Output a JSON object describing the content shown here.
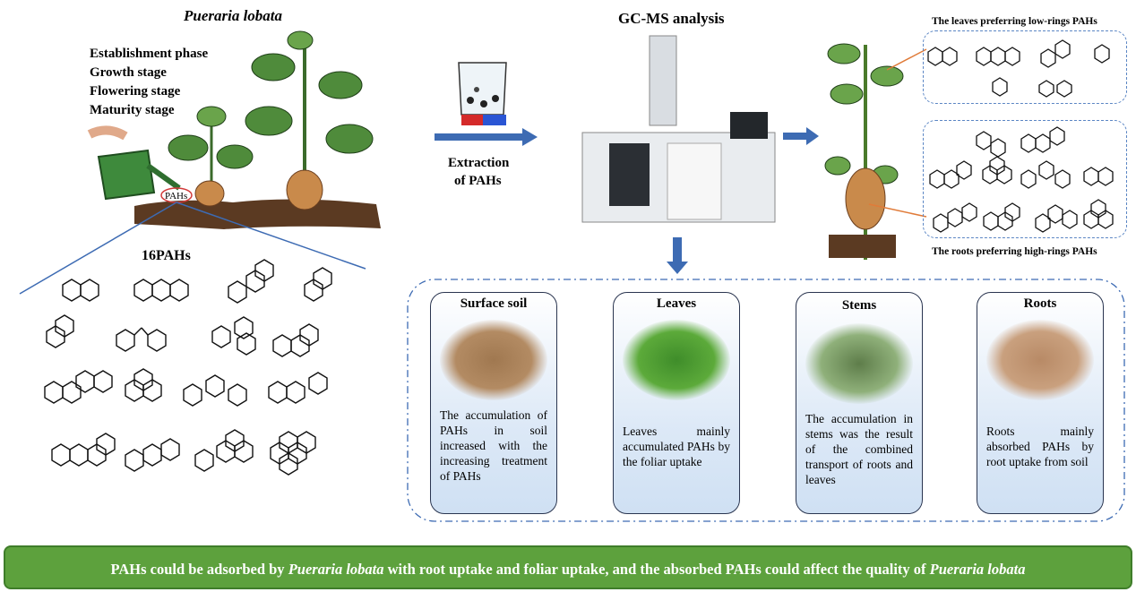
{
  "plant": {
    "title": "Pueraria lobata",
    "stages": [
      "Establishment phase",
      "Growth stage",
      "Flowering stage",
      "Maturity stage"
    ],
    "pahs_label": "PAHs"
  },
  "pah_list_title": "16PAHs",
  "extraction": {
    "line1": "Extraction",
    "line2": "of PAHs"
  },
  "gcms": {
    "title": "GC-MS analysis"
  },
  "leaves_box": {
    "label": "The leaves preferring low-rings PAHs"
  },
  "roots_box": {
    "label": "The roots preferring high-rings PAHs"
  },
  "cards": [
    {
      "title": "Surface soil",
      "text": "The accumulation of PAHs in soil increased with the increasing treatment of PAHs"
    },
    {
      "title": "Leaves",
      "text": "Leaves mainly accumulated PAHs by the foliar uptake"
    },
    {
      "title": "Stems",
      "text": "The accumulation in stems was the result of the combined transport of roots and leaves"
    },
    {
      "title": "Roots",
      "text": "Roots mainly absorbed PAHs by root uptake from soil"
    }
  ],
  "banner": {
    "part1": "PAHs could be adsorbed by ",
    "italic1": "Pueraria lobata",
    "part2": " with root uptake and foliar uptake, and the absorbed PAHs could affect the quality of ",
    "italic2": "Pueraria lobata"
  },
  "colors": {
    "arrow": "#3d6bb3",
    "banner": "#5da13d",
    "card_border": "#2a3550",
    "dash": "#5b86c4"
  }
}
